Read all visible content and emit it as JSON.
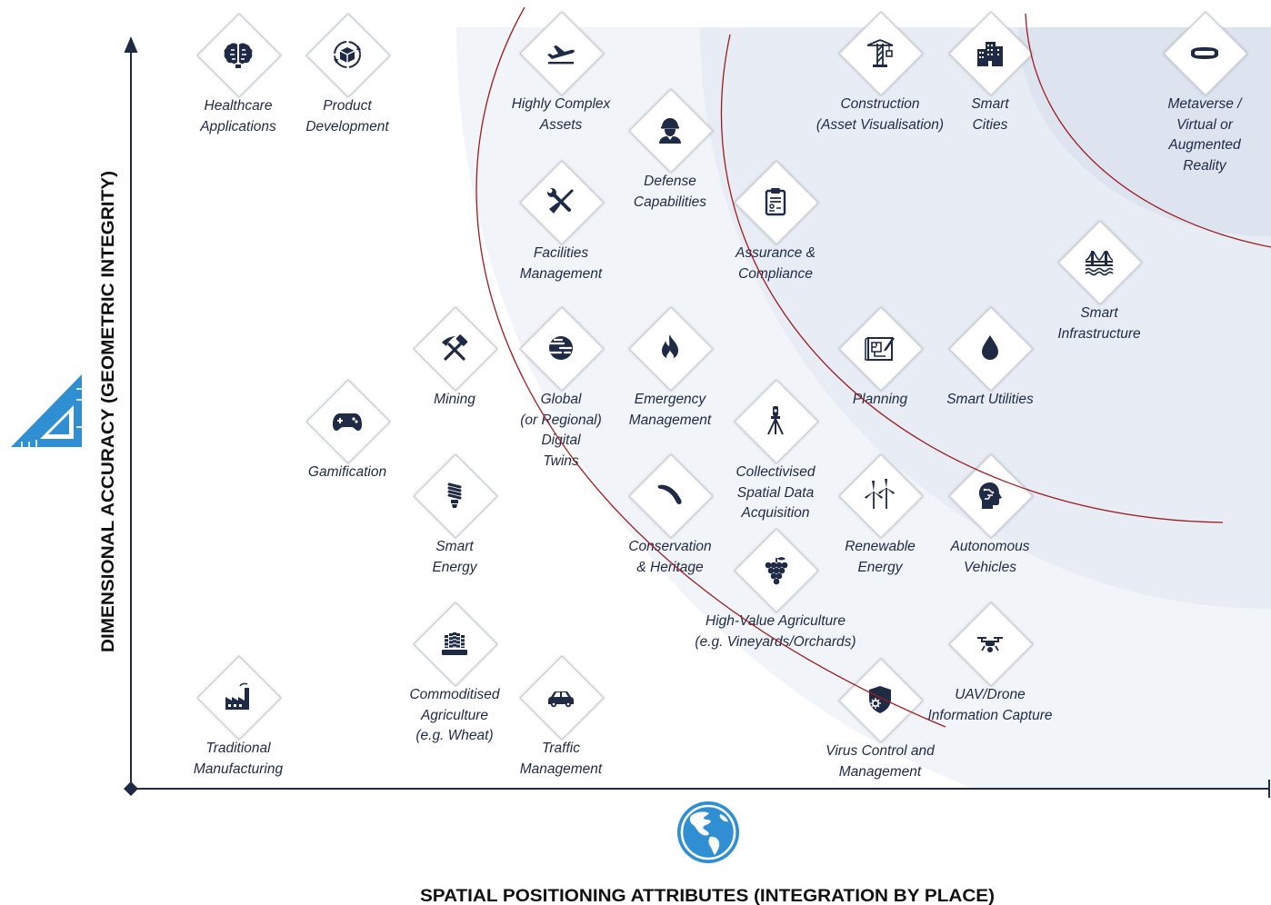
{
  "axes": {
    "y_label": "DIMENSIONAL ACCURACY (GEOMETRIC INTEGRITY)",
    "x_label": "SPATIAL POSITIONING ATTRIBUTES (INTEGRATION BY PLACE)",
    "y_icon": "set-square-ruler-icon",
    "x_icon": "globe-icon"
  },
  "colors": {
    "ink": "#1f2a44",
    "accent_blue": "#2f8fd2",
    "boundary_curve": "#9b1d20",
    "shade_light": "#f1f4f9",
    "shade_mid": "#e7ecf5",
    "shade_dark": "#dde3ef"
  },
  "nodes": [
    {
      "icon": "brain-icon",
      "label": [
        "Healthcare",
        "Applications"
      ]
    },
    {
      "icon": "product-box-icon",
      "label": [
        "Product",
        "Development"
      ]
    },
    {
      "icon": "airplane-icon",
      "label": [
        "Highly Complex",
        "Assets"
      ]
    },
    {
      "icon": "soldier-icon",
      "label": [
        "Defense",
        "Capabilities"
      ]
    },
    {
      "icon": "tools-icon",
      "label": [
        "Facilities",
        "Management"
      ]
    },
    {
      "icon": "clipboard-icon",
      "label": [
        "Assurance &",
        "Compliance"
      ]
    },
    {
      "icon": "crane-icon",
      "label": [
        "Construction",
        "(Asset Visualisation)"
      ]
    },
    {
      "icon": "buildings-icon",
      "label": [
        "Smart",
        "Cities"
      ]
    },
    {
      "icon": "vr-headset-icon",
      "label": [
        "Metaverse /",
        "Virtual or",
        "Augmented",
        "Reality"
      ]
    },
    {
      "icon": "bridge-icon",
      "label": [
        "Smart",
        "Infrastructure"
      ]
    },
    {
      "icon": "hammer-pick-icon",
      "label": [
        "Mining"
      ]
    },
    {
      "icon": "digital-globe-icon",
      "label": [
        "Global",
        "(or Regional)",
        "Digital",
        "Twins"
      ]
    },
    {
      "icon": "flame-icon",
      "label": [
        "Emergency",
        "Management"
      ]
    },
    {
      "icon": "blueprint-icon",
      "label": [
        "Planning"
      ]
    },
    {
      "icon": "water-drop-icon",
      "label": [
        "Smart Utilities"
      ]
    },
    {
      "icon": "gamepad-icon",
      "label": [
        "Gamification"
      ]
    },
    {
      "icon": "survey-tripod-icon",
      "label": [
        "Collectivised",
        "Spatial Data",
        "Acquisition"
      ]
    },
    {
      "icon": "lightbulb-icon",
      "label": [
        "Smart",
        "Energy"
      ]
    },
    {
      "icon": "boomerang-icon",
      "label": [
        "Conservation",
        "& Heritage"
      ]
    },
    {
      "icon": "wind-turbine-icon",
      "label": [
        "Renewable",
        "Energy"
      ]
    },
    {
      "icon": "robot-head-icon",
      "label": [
        "Autonomous",
        "Vehicles"
      ]
    },
    {
      "icon": "grapes-icon",
      "label": [
        "High-Value Agriculture",
        "(e.g. Vineyards/Orchards)"
      ]
    },
    {
      "icon": "wheat-icon",
      "label": [
        "Commoditised",
        "Agriculture",
        "(e.g. Wheat)"
      ]
    },
    {
      "icon": "drone-icon",
      "label": [
        "UAV/Drone",
        "Information Capture"
      ]
    },
    {
      "icon": "factory-icon",
      "label": [
        "Traditional",
        "Manufacturing"
      ]
    },
    {
      "icon": "car-icon",
      "label": [
        "Traffic",
        "Management"
      ]
    },
    {
      "icon": "virus-shield-icon",
      "label": [
        "Virus Control and",
        "Management"
      ]
    }
  ]
}
